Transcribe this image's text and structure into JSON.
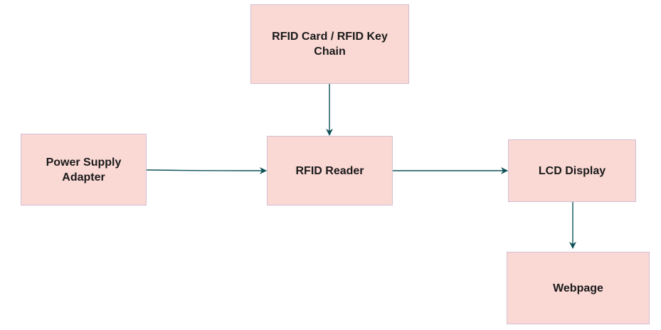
{
  "diagram": {
    "nodes": {
      "card": {
        "label": "RFID Card / RFID Key Chain"
      },
      "power": {
        "label": "Power Supply Adapter"
      },
      "reader": {
        "label": "RFID Reader"
      },
      "lcd": {
        "label": "LCD Display"
      },
      "web": {
        "label": "Webpage"
      }
    },
    "edges": [
      {
        "from": "card",
        "to": "reader"
      },
      {
        "from": "power",
        "to": "reader"
      },
      {
        "from": "reader",
        "to": "lcd"
      },
      {
        "from": "lcd",
        "to": "web"
      }
    ],
    "colors": {
      "node_fill": "#fad9d5",
      "node_border": "#d3bfd0",
      "edge": "#0f5257"
    }
  }
}
